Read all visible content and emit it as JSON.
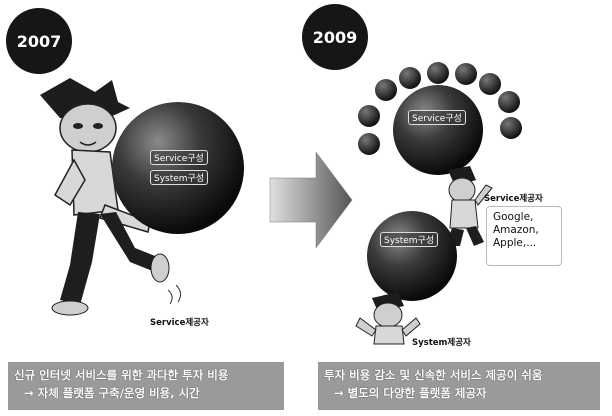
{
  "left_panel": {
    "year": "2007",
    "ball_labels": [
      "Service구성",
      "System구성"
    ],
    "actor_label": "Service제공자",
    "caption_lines": [
      "신규 인터넷 서비스를 위한 과다한 투자 비용",
      "→ 자체 플랫폼 구축/운영 비용, 시간"
    ]
  },
  "right_panel": {
    "year": "2009",
    "service_ball_label": "Service구성",
    "system_ball_label": "System구성",
    "service_provider_label": "Service제공자",
    "system_provider_label": "System제공자",
    "companies": [
      "Google,",
      "Amazon,",
      "Apple,..."
    ],
    "caption_lines": [
      "투자 비용 감소 및 신속한 서비스 제공이 쉬움",
      "→ 별도의 다양한 플랫폼 제공자"
    ]
  },
  "colors": {
    "year_circle": "#161616",
    "caption_bg": "#9a9a9a",
    "ball": "#2a2a2a"
  }
}
